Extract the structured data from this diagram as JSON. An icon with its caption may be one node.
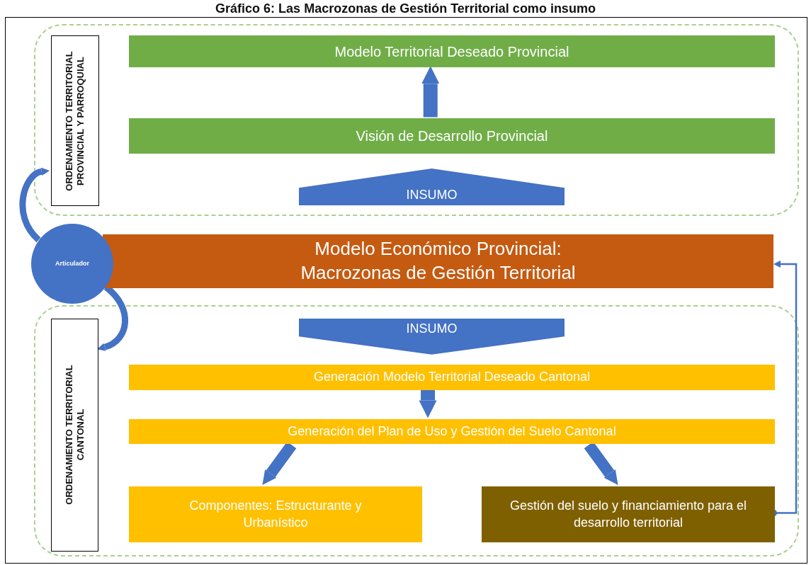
{
  "diagram": {
    "title": "Gráfico 6: Las Macrozonas de Gestión Territorial como insumo",
    "nodes": [
      {
        "text": [],
        "shape": "box"
      },
      {
        "text": [
          "ORDENAMIENTO TERRITORIAL PROVINCIAL Y PARROQUIAL"
        ],
        "in": 0
      },
      {
        "text": [
          "Modelo Territorial Deseado Provincial"
        ],
        "in": 0
      },
      {
        "text": [
          "Visión de Desarrollo Provincial"
        ],
        "in": 0
      },
      {
        "text": [
          "INSUMO"
        ],
        "in": 0
      },
      {
        "text": [
          "Modelo Económico Provincial: Macrozonas de Gestión Territorial"
        ]
      },
      {
        "text": [
          "Articulador"
        ]
      },
      {
        "text": [],
        "shape": "box"
      },
      {
        "text": [
          "ORDENAMIENTO TERRITORIAL CANTONAL"
        ],
        "in": 7
      },
      {
        "text": [
          "INSUMO"
        ],
        "in": 7
      },
      {
        "text": [
          "Generación Modelo Territorial Deseado Cantonal"
        ],
        "in": 7
      },
      {
        "text": [
          "Generación del Plan de Uso y Gestión del Suelo Cantonal"
        ],
        "in": 7
      },
      {
        "text": [
          "Componentes: Estructurante y Urbanístico"
        ],
        "in": 7
      },
      {
        "text": [
          "Gestión del suelo y financiamiento para el desarrollo territorial"
        ],
        "in": 7
      }
    ],
    "edges": [
      {
        "from": 3,
        "to": 2,
        "arrow": "to"
      },
      {
        "from": 6,
        "to": 1,
        "arrow": "to"
      },
      {
        "from": 6,
        "to": 8,
        "arrow": "to"
      },
      {
        "from": 10,
        "to": 11,
        "arrow": "to"
      },
      {
        "from": 11,
        "to": 12,
        "arrow": "to"
      },
      {
        "from": 11,
        "to": 13,
        "arrow": "to"
      },
      {
        "from": 13,
        "to": 5,
        "arrow": "to"
      }
    ]
  }
}
